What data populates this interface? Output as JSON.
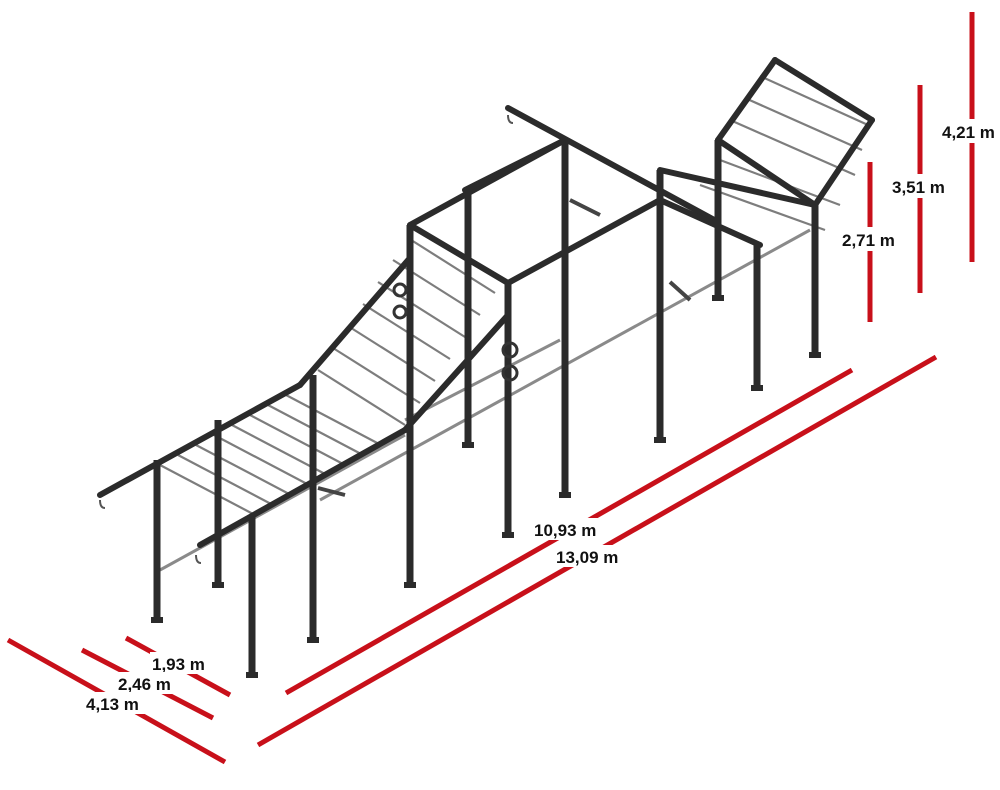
{
  "dimensions": {
    "length_inner": "10,93 m",
    "length_outer": "13,09 m",
    "width_small": "1,93 m",
    "width_mid": "2,46 m",
    "width_large": "4,13 m",
    "height_low": "2,71 m",
    "height_mid": "3,51 m",
    "height_high": "4,21 m"
  },
  "colors": {
    "dimension_line": "#c8101a",
    "frame": "#2b2b2b",
    "rung": "#7d7d7d",
    "label": "#111111"
  },
  "icons": [
    "plate-holder-icon",
    "hook-icon"
  ]
}
